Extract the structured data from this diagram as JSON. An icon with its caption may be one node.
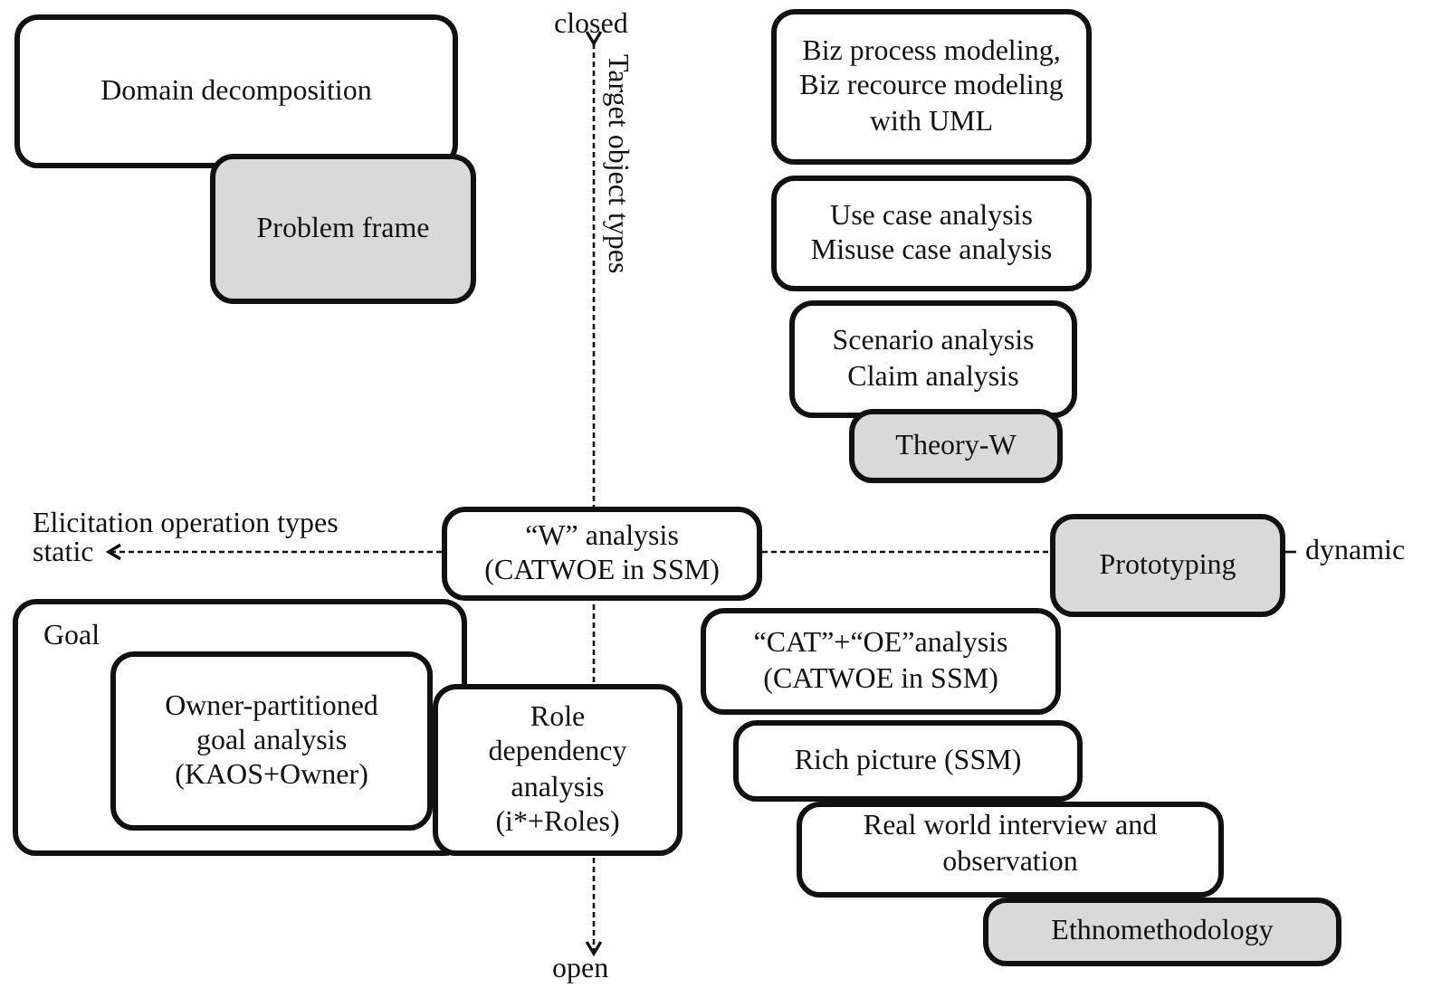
{
  "diagram": {
    "nodes": [
      {
        "text": [
          "Domain decomposition"
        ]
      },
      {
        "text": [
          "Problem frame"
        ]
      },
      {
        "text": [
          "Biz process modeling, Biz recource modeling with UML"
        ]
      },
      {
        "text": [
          "Use case analysis Misuse case analysis"
        ]
      },
      {
        "text": [
          "Scenario analysis Claim analysis"
        ]
      },
      {
        "text": [
          "Theory-W"
        ]
      },
      {
        "text": [
          "“W” analysis (CATWOE in SSM)"
        ]
      },
      {
        "text": [
          "Prototyping"
        ]
      },
      {
        "text": [
          "Goal"
        ]
      },
      {
        "text": [
          "Owner-partitioned goal analysis (KAOS+Owner)"
        ],
        "in": 8
      },
      {
        "text": [
          "Role dependency analysis (i*+Roles)"
        ]
      },
      {
        "text": [
          "“CAT”+“OE”analysis (CATWOE in SSM)"
        ]
      },
      {
        "text": [
          "Rich picture (SSM)"
        ]
      },
      {
        "text": [
          "Real world interview and observation"
        ]
      },
      {
        "text": [
          "Ethnomethodology"
        ]
      }
    ],
    "labels": [
      "closed",
      "Target object types",
      "Elicitation operation types",
      "static",
      "dynamic",
      "open"
    ]
  }
}
